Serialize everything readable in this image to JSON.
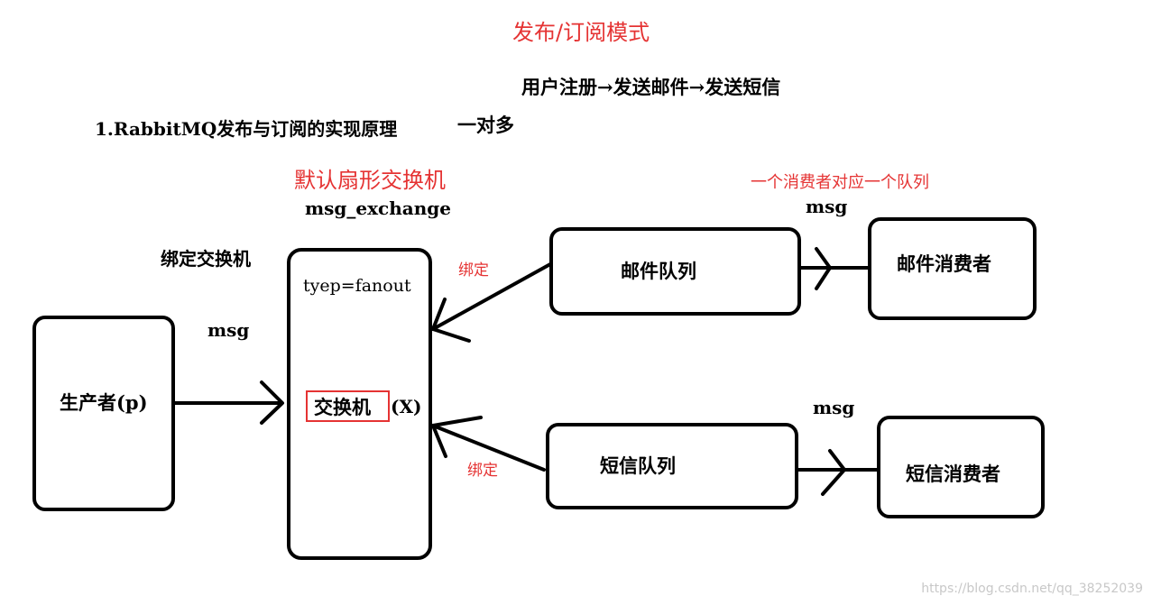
{
  "title": "发布/订阅模式",
  "flow_note": "用户注册→发送邮件→发送短信",
  "section_heading": "1.RabbitMQ发布与订阅的实现原理",
  "one_to_many": "一对多",
  "default_exchange_note": "默认扇形交换机",
  "consumer_queue_note": "一个消费者对应一个队列",
  "exchange": {
    "name": "msg_exchange",
    "type_label": "tyep=fanout",
    "center_label": "交换机",
    "suffix": "(X)"
  },
  "bind_exchange_label": "绑定交换机",
  "producer": {
    "label": "生产者(p)",
    "msg": "msg"
  },
  "mail_queue": {
    "label": "邮件队列",
    "bind": "绑定",
    "msg": "msg"
  },
  "sms_queue": {
    "label": "短信队列",
    "bind": "绑定",
    "msg": "msg"
  },
  "mail_consumer": {
    "label": "邮件消费者"
  },
  "sms_consumer": {
    "label": "短信消费者"
  },
  "watermark": "https://blog.csdn.net/qq_38252039",
  "colors": {
    "accent_red": "#e53333",
    "stroke": "#000000"
  }
}
